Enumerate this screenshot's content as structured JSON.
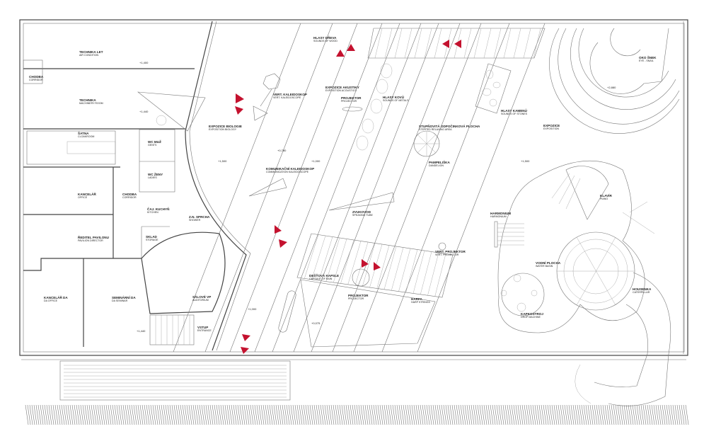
{
  "rooms": {
    "air": {
      "name": "TECHNIKA LET",
      "en": "AIR CONDITION",
      "level": "+1,400"
    },
    "corridor1": {
      "name": "CHODBA",
      "en": "CORRIDOR"
    },
    "machinery": {
      "name": "TECHNIKA",
      "en": "MACHINERY ROOM",
      "level": "+1,440"
    },
    "cloak": {
      "name": "ŠATNA",
      "en": "CLOAKROOM"
    },
    "gents": {
      "name": "WC MUŽ",
      "en": "GENTS"
    },
    "ladies": {
      "name": "WC ŽENY",
      "en": "LADIES"
    },
    "office": {
      "name": "KANCELÁŘ",
      "en": "OFFICE"
    },
    "corridor2": {
      "name": "CHODBA",
      "en": "CORRIDOR"
    },
    "kitchen": {
      "name": "ČAJ. KUCHYŇ",
      "en": "KITCHEN"
    },
    "shower": {
      "name": "Z.N. SPRCHA",
      "en": "SHOWER"
    },
    "director": {
      "name": "ŘEDITEL PAVILONU",
      "en": "PAVILION DIRECTOR"
    },
    "storage": {
      "name": "SKLAD",
      "en": "STORAGE"
    },
    "da_office": {
      "name": "KANCELÁŘ DA",
      "en": "DA OFFICE"
    },
    "seminar": {
      "name": "SEMINÁRNÍ DA",
      "en": "DA SEMINAR"
    },
    "hall": {
      "name": "SÁLOVÉ VP",
      "en": "AUDITORIUM"
    },
    "entrance": {
      "name": "VSTUP",
      "en": "ENTRANCE"
    },
    "left_level": "+1,440"
  },
  "exhibits": {
    "biology": {
      "name": "EXPOZICE BIOLOGIE",
      "en": "EXPOSITION BIOLOGY",
      "level": "+1,500"
    },
    "kaleidoscope": {
      "name": "VERT. KALEIDOSKOP",
      "en": "VERT. KALEIDOSCOPE"
    },
    "comm_kaleido": {
      "name": "KOMUNIKAČNÍ KALEIDOSKOP",
      "en": "COMMUNICATION KALEIDOSCOPE"
    },
    "level_a": "+0,780",
    "level_b": "+1,000",
    "level_c": "+1,000",
    "wood": {
      "name": "HLASY DŘEVA",
      "en": "SOUNDS OF WOOD"
    },
    "acoustics": {
      "name": "EXPOZICE AKUSTIKY",
      "en": "EXPOSITION ACOUSTICS"
    },
    "projector1": {
      "name": "PROJEKTOR",
      "en": "PROJECTOR"
    },
    "metals": {
      "name": "HLASY KOVŮ",
      "en": "SOUNDS OF METALS"
    },
    "stepped": {
      "name": "STUPŇOVITÁ ODPOČINKOVÁ PLOCHA",
      "en": "STEPPED RELAXING AREA"
    },
    "dandelion": {
      "name": "PAMPELIŠKA",
      "en": "DANDELION"
    },
    "tube": {
      "name": "ZVUKOVOD",
      "en": "SPEAKING TUBE"
    },
    "vert_projector": {
      "name": "VERT. PROJEKTOR",
      "en": "VERT. PROJECTOR"
    },
    "rain": {
      "name": "DEŠŤOVÁ KAPSLE",
      "en": "CAPSULE OF RAIN"
    },
    "projector2": {
      "name": "PROJEKTOR",
      "en": "PROJECTOR"
    },
    "harp": {
      "name": "HARFA",
      "en": "HARP STRINGS"
    },
    "level_d": "+0,075",
    "stones": {
      "name": "HLASY KAMENŮ",
      "en": "SOUNDS OF STONES"
    },
    "exposition": {
      "name": "EXPOZICE",
      "en": "EXPOSITION",
      "level": "+1,500"
    },
    "snail": {
      "name": "OKO ŠNEK",
      "en": "EYE - SNAIL",
      "level": "+2,880"
    },
    "piano": {
      "name": "KLAVÍR",
      "en": "PIANO"
    },
    "harmonium": {
      "name": "HARMONIUM",
      "en": "HARMONIUM"
    },
    "water": {
      "name": "VODNÍ PLOCHA",
      "en": "WATER BASIN"
    },
    "caterpillar": {
      "name": "HOUSENKA",
      "en": "CATERPILLAR"
    },
    "drop": {
      "name": "KAPKOSTROJ",
      "en": "DROP MACHINE"
    }
  },
  "colors": {
    "arrow": "#c4122f",
    "line": "#444444"
  }
}
